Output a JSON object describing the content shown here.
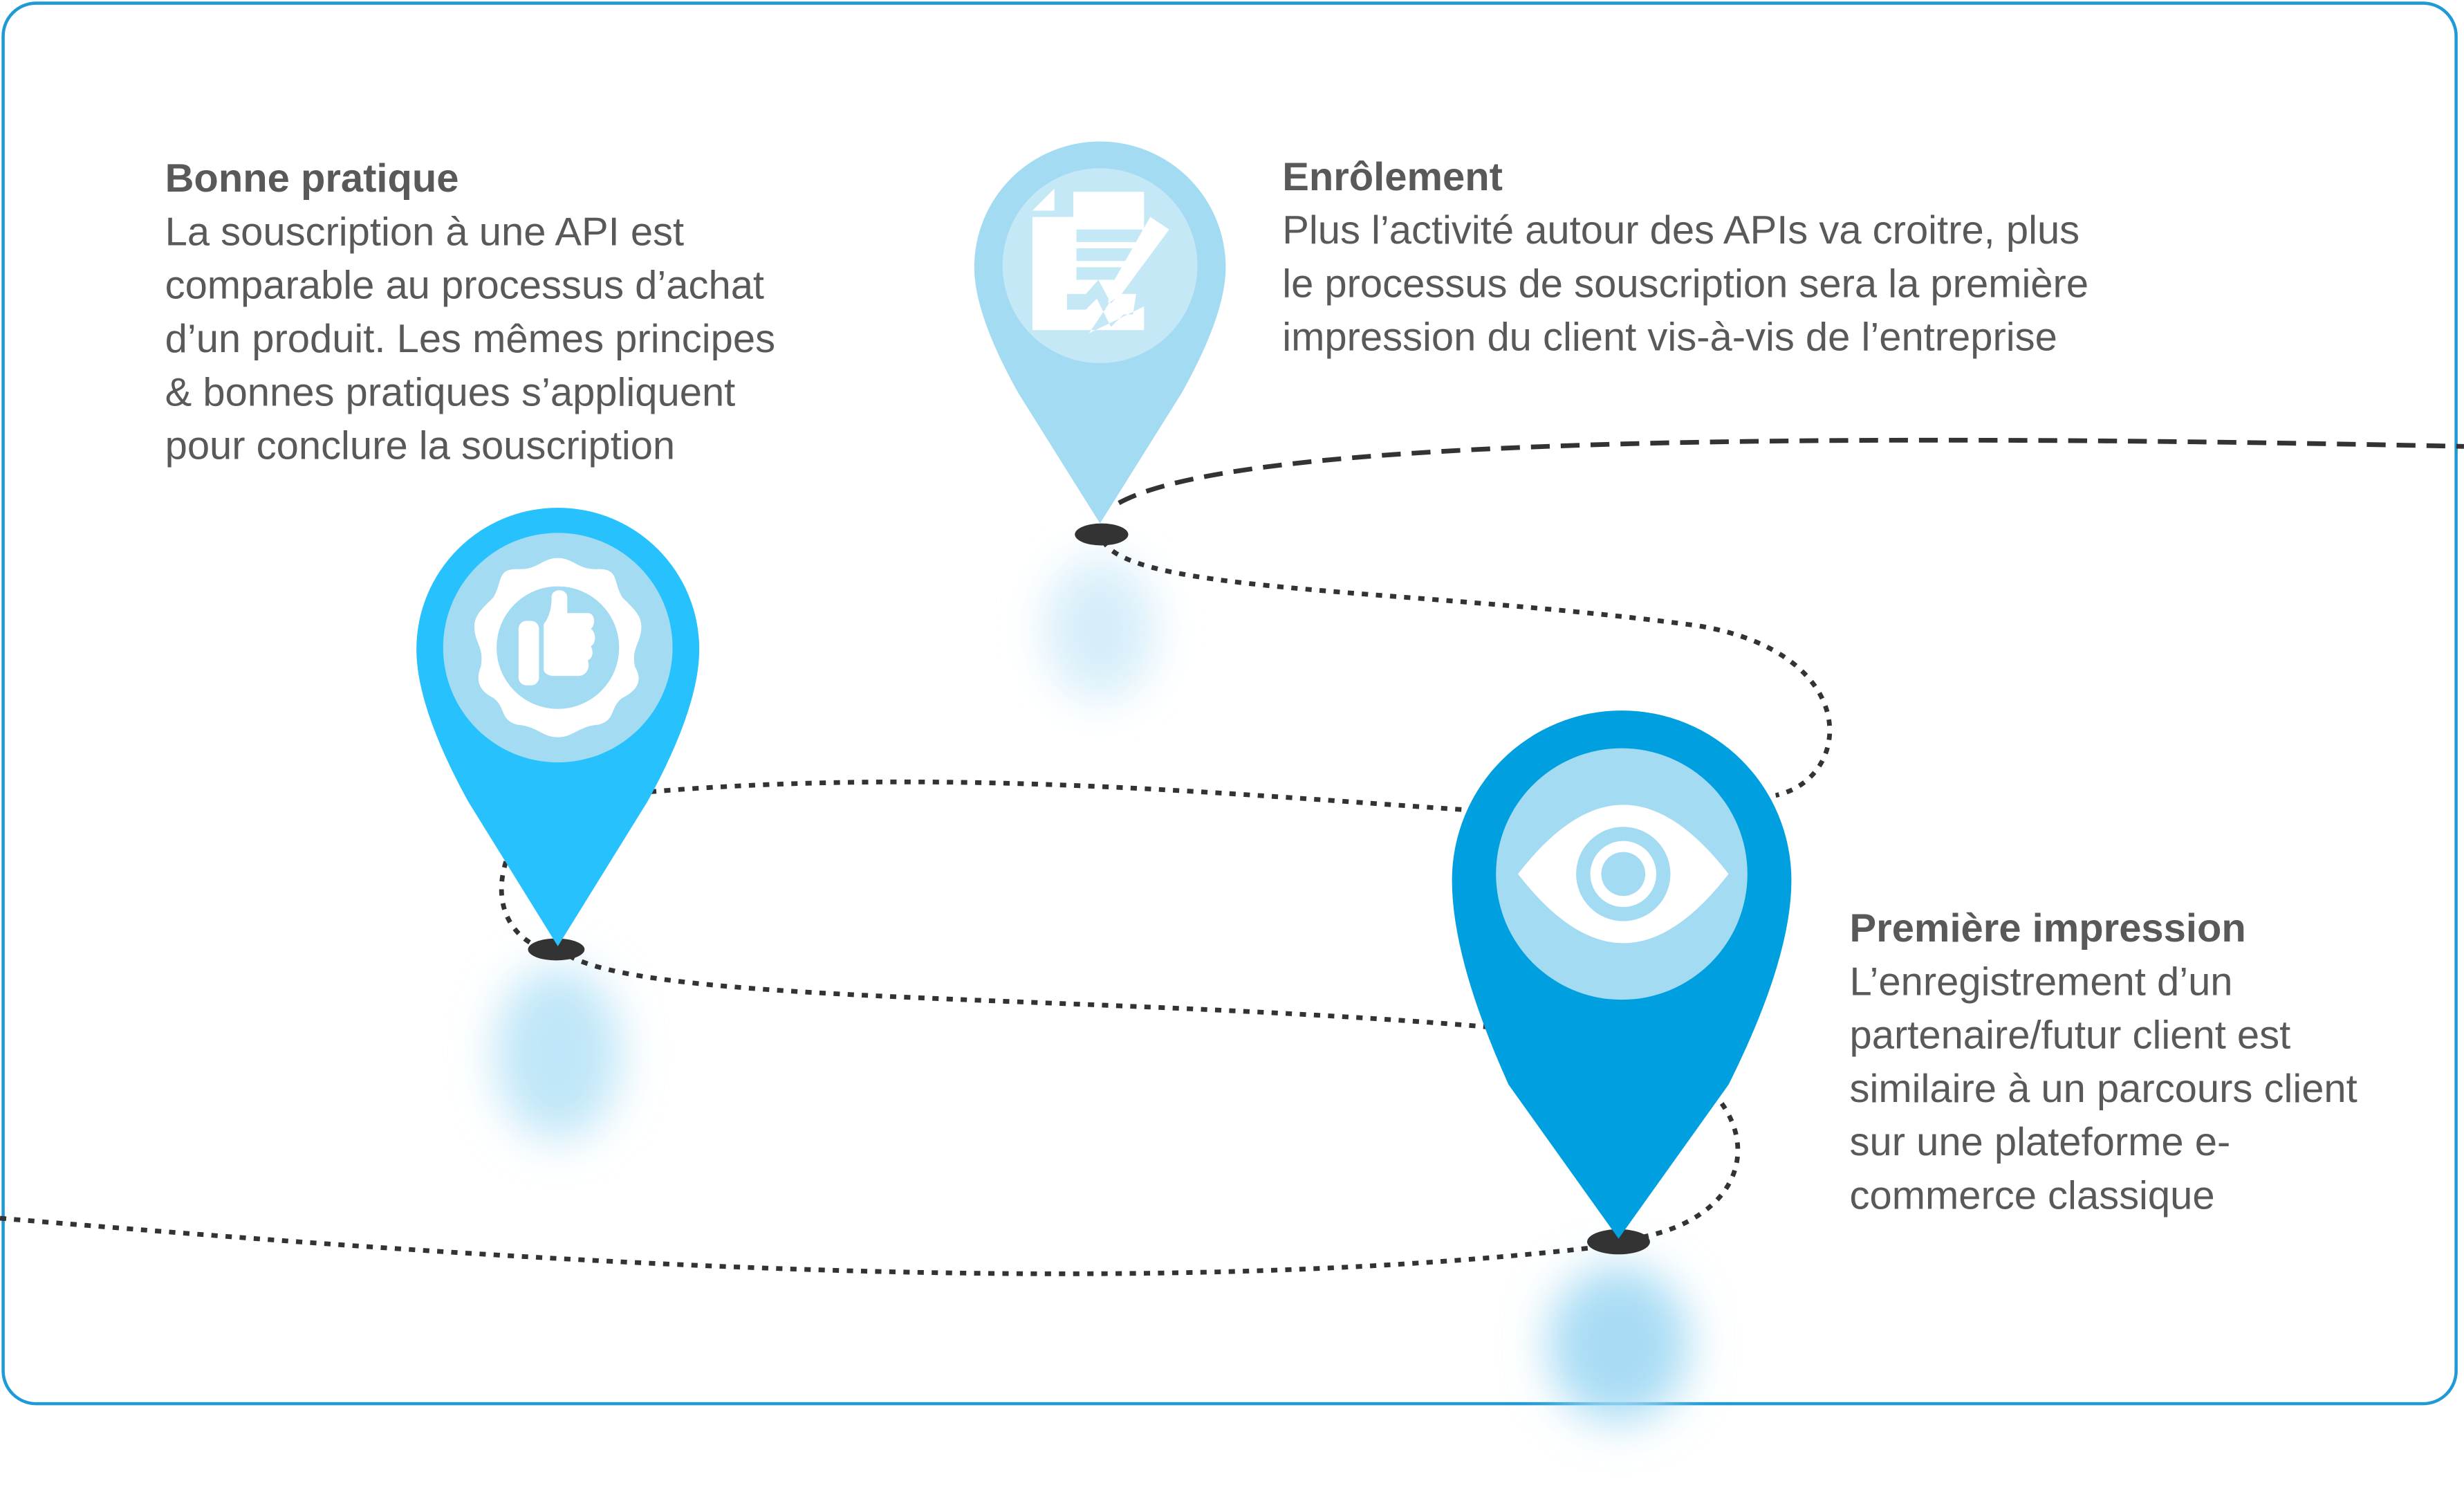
{
  "sections": {
    "bonne_pratique": {
      "title": "Bonne pratique",
      "lines": [
        "La souscription à une API est",
        "comparable au processus d’achat",
        "d’un produit. Les mêmes principes",
        "& bonnes pratiques s’appliquent",
        "pour conclure la souscription"
      ],
      "pin_color": "#27c2fd",
      "icon": "thumbs-up-badge-icon"
    },
    "enrolement": {
      "title": "Enrôlement",
      "lines": [
        "Plus l’activité autour des APIs va croitre, plus",
        "le processus de souscription sera la première",
        "impression du client vis-à-vis de l’entreprise"
      ],
      "pin_color": "#a3dbf3",
      "icon": "signed-document-icon"
    },
    "premiere_impression": {
      "title": "Première impression",
      "lines": [
        "L’enregistrement d’un",
        "partenaire/futur client est",
        "similaire à un parcours client",
        "sur une plateforme e-",
        "commerce classique"
      ],
      "pin_color": "#00a0e0",
      "icon": "eye-icon"
    }
  },
  "colors": {
    "frame": "#1e9ad6",
    "text": "#595959",
    "path": "#333333"
  }
}
